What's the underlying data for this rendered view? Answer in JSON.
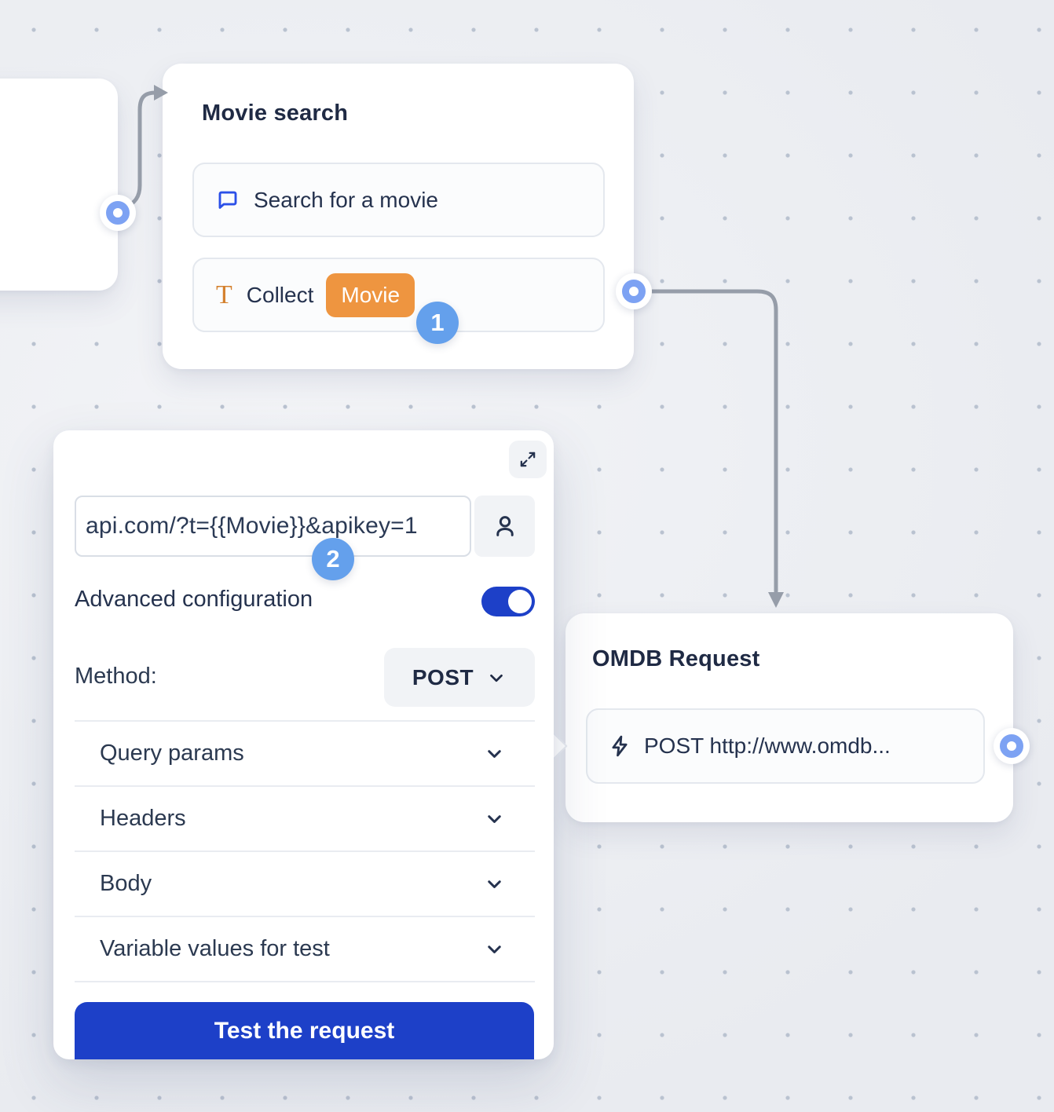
{
  "canvas": {
    "background": "#edeff3",
    "dot_color": "#b9c2d0"
  },
  "nodes": {
    "movie_search": {
      "title": "Movie search",
      "items": [
        {
          "icon": "chat-bubble-icon",
          "label": "Search for a movie"
        },
        {
          "icon": "text-field-icon",
          "label": "Collect",
          "variable": "Movie"
        }
      ]
    },
    "omdb_request": {
      "title": "OMDB Request",
      "item": {
        "icon": "lightning-icon",
        "label": "POST http://www.omdb..."
      }
    }
  },
  "editor": {
    "url_input": {
      "value": "api.com/?t={{Movie}}&apikey=1"
    },
    "advanced_configuration": {
      "label": "Advanced configuration",
      "enabled": true
    },
    "method": {
      "label": "Method:",
      "value": "POST"
    },
    "sections": [
      {
        "label": "Query params"
      },
      {
        "label": "Headers"
      },
      {
        "label": "Body"
      },
      {
        "label": "Variable values for test"
      }
    ],
    "test_button_label": "Test the request"
  },
  "annotations": {
    "step_1": "1",
    "step_2": "2"
  },
  "colors": {
    "primary_blue": "#1d40c8",
    "step_badge_blue": "#64a0ec",
    "variable_orange": "#ee9540",
    "connector_gray": "#969da9",
    "port_ring_blue": "#7da2f3",
    "chat_icon_blue": "#2b50e8",
    "t_icon_orange": "#d4812e",
    "text_dark": "#25324e"
  }
}
